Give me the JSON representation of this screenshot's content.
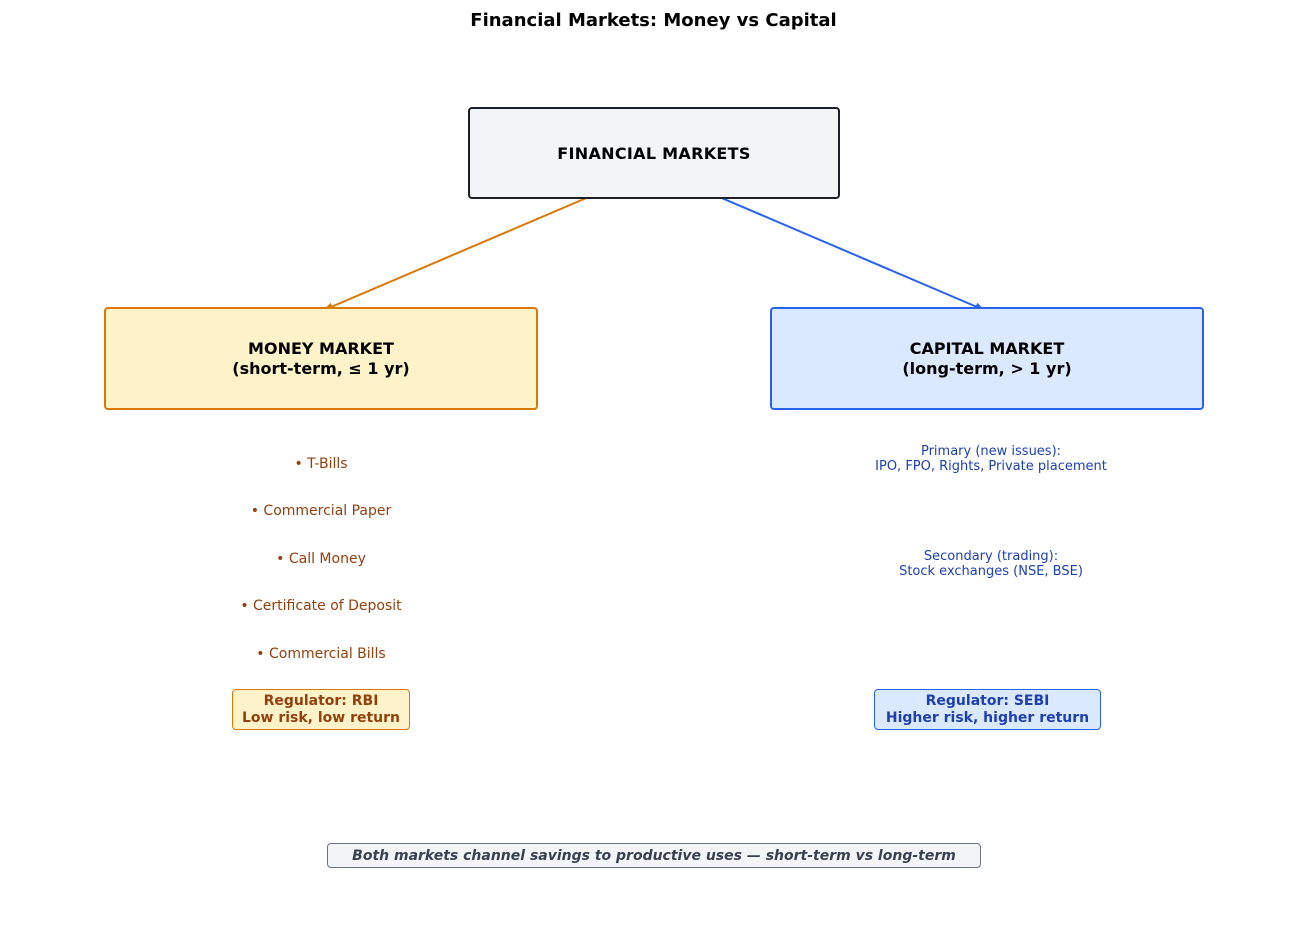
{
  "title": "Financial Markets: Money vs Capital",
  "root": {
    "label": "FINANCIAL MARKETS"
  },
  "money_market": {
    "label": "MONEY MARKET\n(short-term, ≤ 1 yr)",
    "items": [
      "• T-Bills",
      "• Commercial Paper",
      "• Call Money",
      "• Certificate of Deposit",
      "• Commercial Bills"
    ],
    "regulator": "Regulator: RBI\nLow risk, low return",
    "color": "#d97807"
  },
  "capital_market": {
    "label": "CAPITAL MARKET\n(long-term, > 1 yr)",
    "items": [
      "Primary (new issues):\nIPO, FPO, Rights, Private placement",
      "Secondary (trading):\nStock exchanges (NSE, BSE)"
    ],
    "regulator": "Regulator: SEBI\nHigher risk, higher return",
    "color": "#2563eb"
  },
  "footer": "Both markets channel savings to productive uses — short-term vs long-term"
}
